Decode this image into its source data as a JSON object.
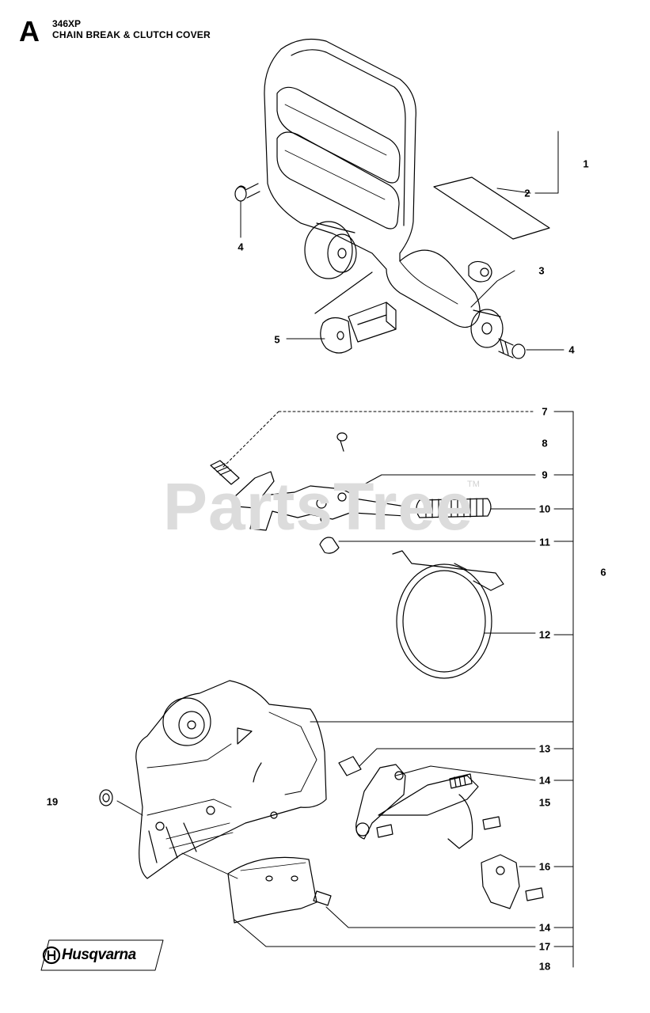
{
  "header": {
    "section_letter": "A",
    "model": "346XP",
    "title": "CHAIN BREAK & CLUTCH COVER"
  },
  "watermark": {
    "text": "PartsTree",
    "tm": "TM"
  },
  "brand": {
    "name": "Husqvarna"
  },
  "callouts": {
    "c1": "1",
    "c2": "2",
    "c3": "3",
    "c4a": "4",
    "c4b": "4",
    "c5": "5",
    "c6": "6",
    "c7": "7",
    "c8": "8",
    "c9": "9",
    "c10": "10",
    "c11": "11",
    "c12": "12",
    "c13": "13",
    "c14a": "14",
    "c15": "15",
    "c16": "16",
    "c14b": "14",
    "c17": "17",
    "c18": "18",
    "c19": "19"
  }
}
